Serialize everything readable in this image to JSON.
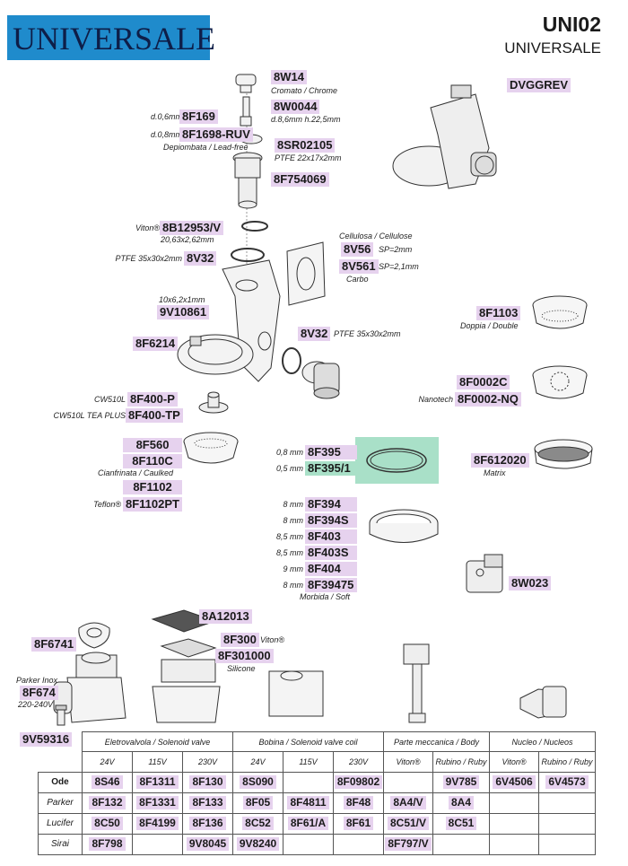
{
  "header": {
    "brand_logo": "UNIVERSALE",
    "model": "UNI02",
    "model_subtitle": "UNIVERSALE"
  },
  "colors": {
    "code_bg": "#e6d2ee",
    "highlight_bg": "#a9e0c8",
    "brand_blue": "#1f8bcc"
  },
  "parts": {
    "p8W14": {
      "code": "8W14",
      "note": "Cromato / Chrome"
    },
    "p8W0044": {
      "code": "8W0044",
      "note": "d.8,6mm h.22,5mm"
    },
    "p8F169": {
      "code": "8F169",
      "pre": "d.0,6mm"
    },
    "p8F1698": {
      "code": "8F1698-RUV",
      "pre": "d.0,8mm",
      "note": "Depiombata / Lead-free"
    },
    "p8SR02105": {
      "code": "8SR02105",
      "note": "PTFE 22x17x2mm"
    },
    "p8F754069": {
      "code": "8F754069"
    },
    "pDVGGREV": {
      "code": "DVGGREV"
    },
    "p8B12953": {
      "code": "8B12953/V",
      "pre": "Viton®",
      "note": "20,63x2,62mm"
    },
    "p8V32a": {
      "code": "8V32",
      "pre": "PTFE 35x30x2mm"
    },
    "p8V56": {
      "code": "8V56",
      "top": "Cellulosa / Cellulose",
      "post": "SP=2mm"
    },
    "p8V561": {
      "code": "8V561",
      "post": "SP=2,1mm",
      "note": "Carbo"
    },
    "p9V10861": {
      "code": "9V10861",
      "top": "10x6,2x1mm"
    },
    "p8F1103": {
      "code": "8F1103",
      "note": "Doppia / Double"
    },
    "p8F6214": {
      "code": "8F6214"
    },
    "p8V32b": {
      "code": "8V32",
      "post": "PTFE 35x30x2mm"
    },
    "p8F0002C": {
      "code": "8F0002C"
    },
    "p8F0002NQ": {
      "code": "8F0002-NQ",
      "pre": "Nanotech"
    },
    "p8F400P": {
      "code": "8F400-P",
      "pre": "CW510L"
    },
    "p8F400TP": {
      "code": "8F400-TP",
      "pre": "CW510L TEA PLUS"
    },
    "p8F560": {
      "code": "8F560"
    },
    "p8F110C": {
      "code": "8F110C",
      "note": "Cianfrinata / Caulked"
    },
    "p8F1102": {
      "code": "8F1102"
    },
    "p8F1102PT": {
      "code": "8F1102PT",
      "pre": "Teflon®"
    },
    "p8F395": {
      "code": "8F395",
      "pre": "0,8 mm"
    },
    "p8F3951": {
      "code": "8F395/1",
      "pre": "0,5 mm"
    },
    "p8F612020": {
      "code": "8F612020",
      "note": "Matrix"
    },
    "p8F394": {
      "code": "8F394",
      "pre": "8 mm"
    },
    "p8F394S": {
      "code": "8F394S",
      "pre": "8 mm"
    },
    "p8F403": {
      "code": "8F403",
      "pre": "8,5 mm"
    },
    "p8F403S": {
      "code": "8F403S",
      "pre": "8,5 mm"
    },
    "p8F404": {
      "code": "8F404",
      "pre": "9 mm"
    },
    "p8F39475": {
      "code": "8F39475",
      "pre": "8 mm",
      "note": "Morbida / Soft"
    },
    "p8W023": {
      "code": "8W023"
    },
    "p8A12013": {
      "code": "8A12013"
    },
    "p8F6741": {
      "code": "8F6741"
    },
    "p8F300": {
      "code": "8F300",
      "post": "Viton®"
    },
    "p8F301000": {
      "code": "8F301000",
      "note": "Silicone"
    },
    "p8F674": {
      "code": "8F674",
      "top": "Parker Inox",
      "note": "220-240V"
    },
    "p9V59316": {
      "code": "9V59316"
    }
  },
  "table": {
    "groups": [
      "Eletrovalvola / Solenoid valve",
      "Bobina / Solenoid valve coil",
      "Parte meccanica / Body",
      "Nucleo / Nucleos"
    ],
    "subheaders": [
      "24V",
      "115V",
      "230V",
      "24V",
      "115V",
      "230V",
      "Viton®",
      "Rubino / Ruby",
      "Viton®",
      "Rubino / Ruby"
    ],
    "rows": [
      {
        "label": "Ode",
        "cells": [
          "8S46",
          "8F1311",
          "8F130",
          "8S090",
          "",
          "8F09802",
          "",
          "9V785",
          "6V4506",
          "6V4573"
        ]
      },
      {
        "label": "Parker",
        "cells": [
          "8F132",
          "8F1331",
          "8F133",
          "8F05",
          "8F4811",
          "8F48",
          "8A4/V",
          "8A4",
          "",
          ""
        ]
      },
      {
        "label": "Lucifer",
        "cells": [
          "8C50",
          "8F4199",
          "8F136",
          "8C52",
          "8F61/A",
          "8F61",
          "8C51/V",
          "8C51",
          "",
          ""
        ]
      },
      {
        "label": "Sirai",
        "cells": [
          "8F798",
          "",
          "9V8045",
          "9V8240",
          "",
          "",
          "8F797/V",
          "",
          "",
          ""
        ]
      }
    ]
  }
}
